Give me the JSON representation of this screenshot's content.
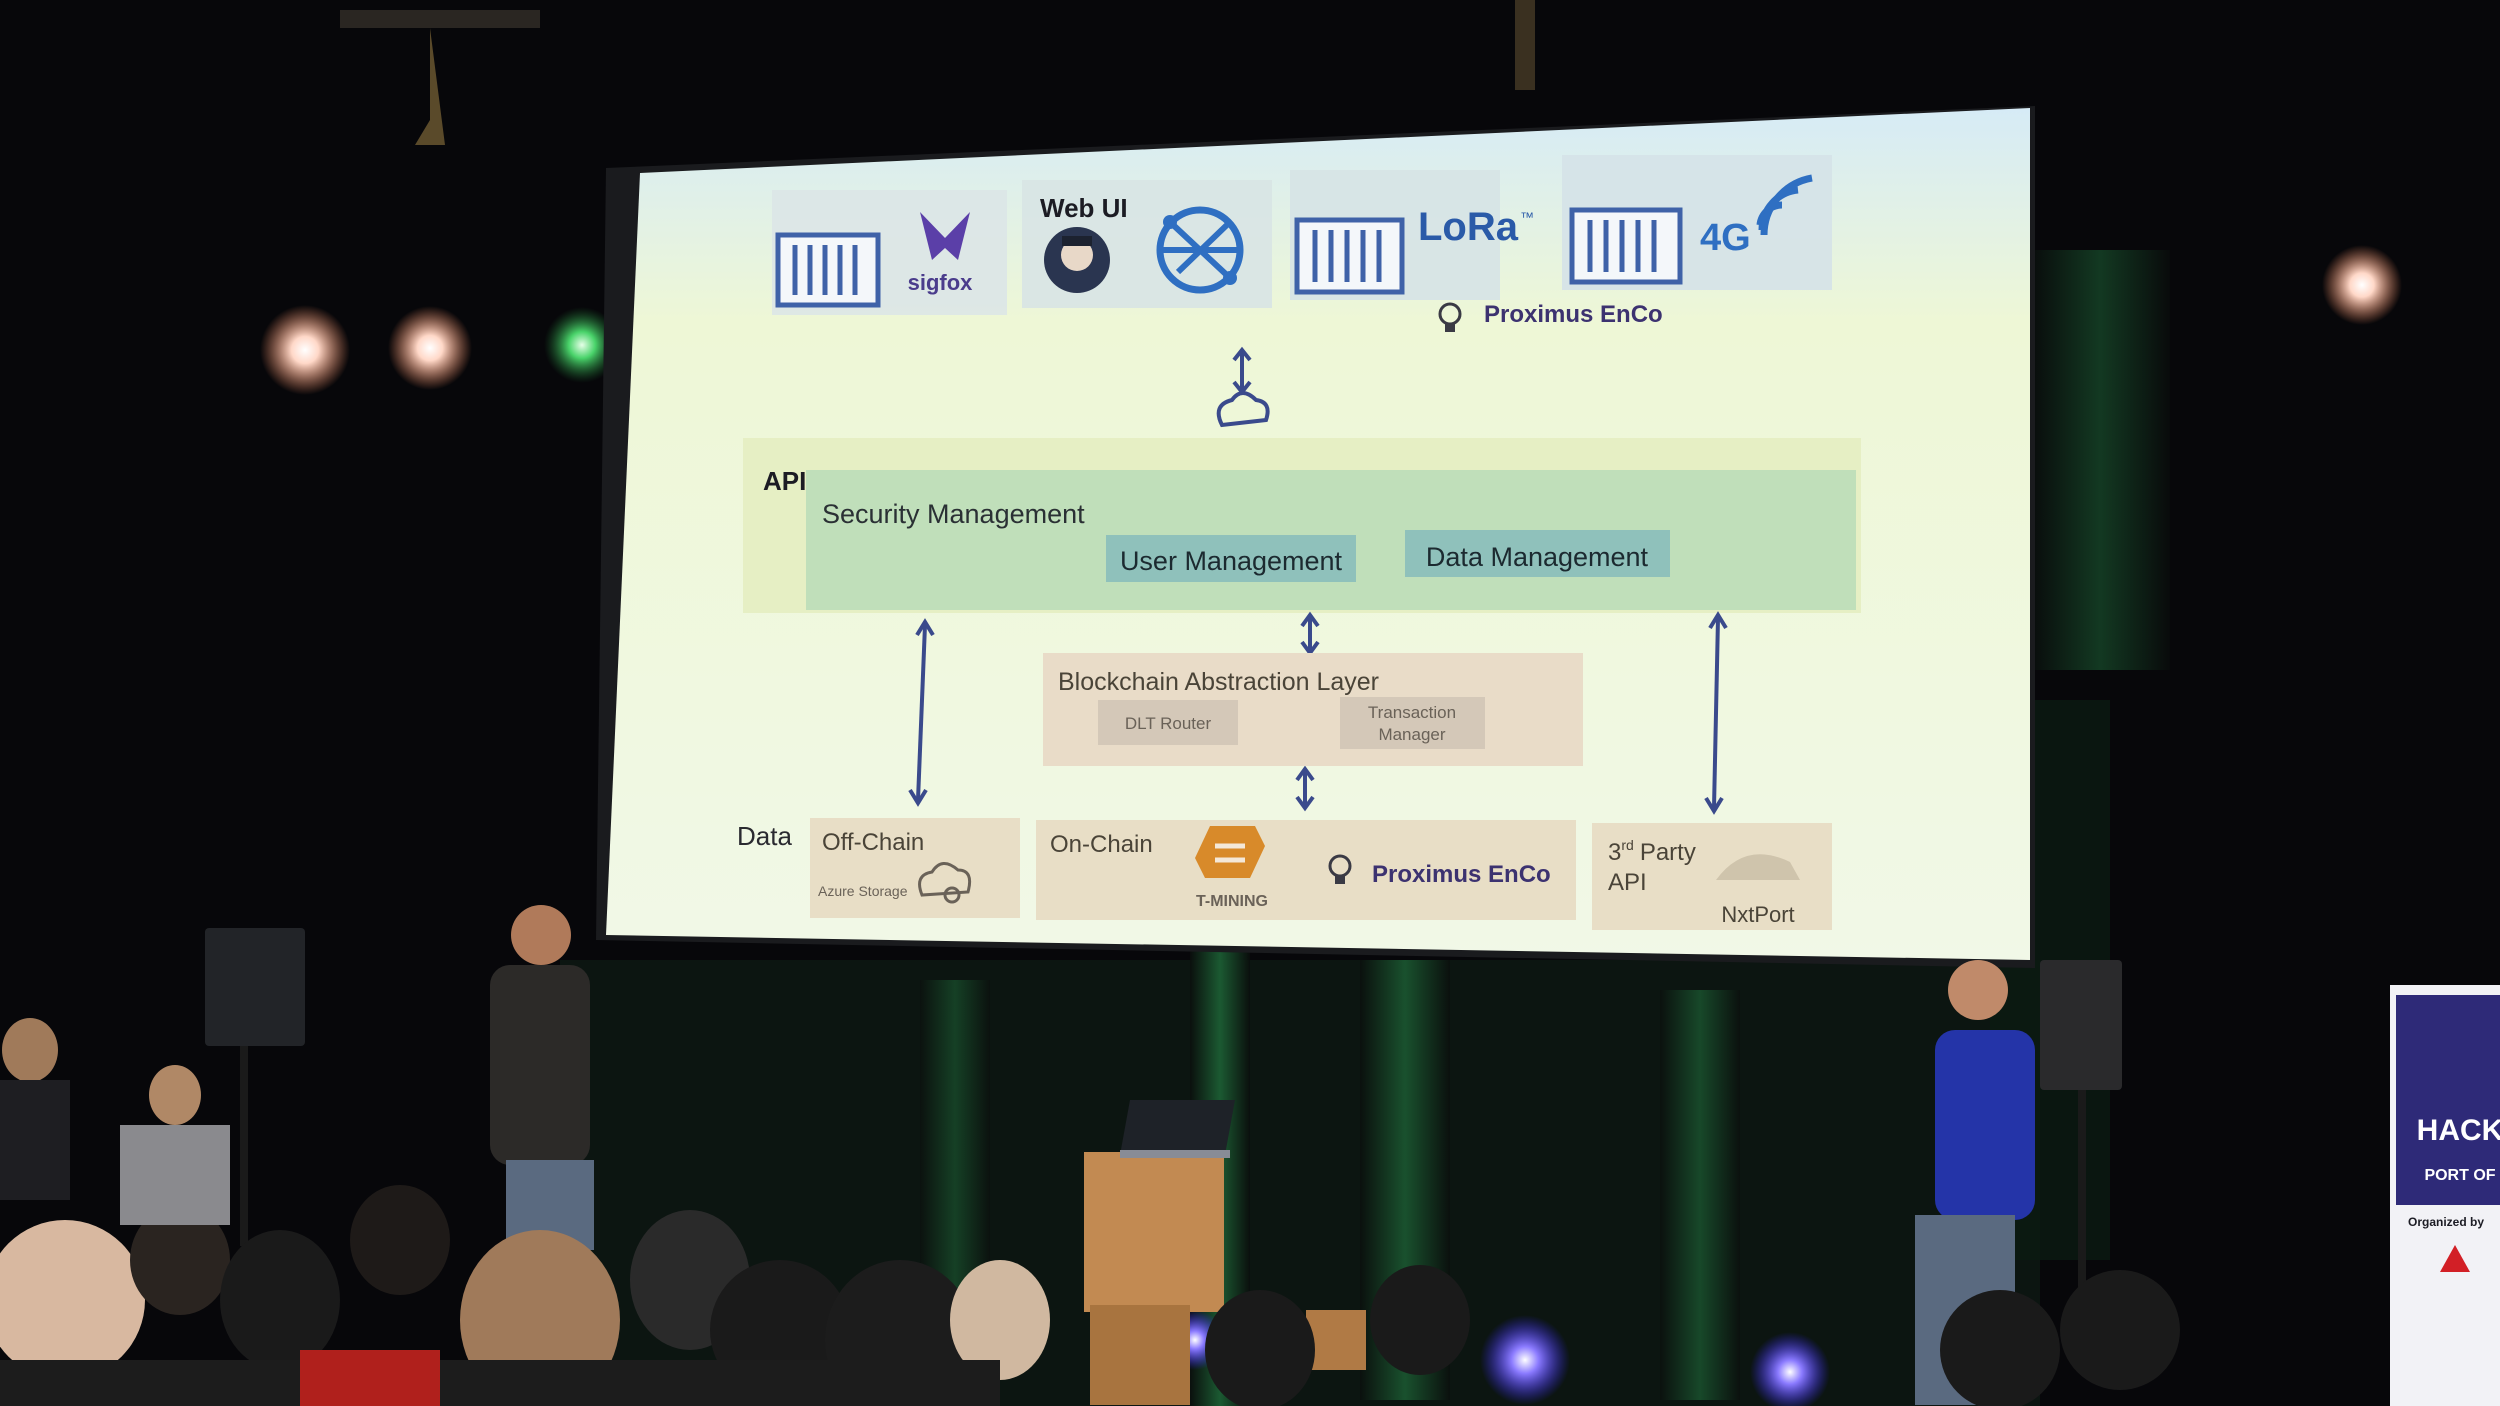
{
  "slide": {
    "top_row": {
      "sigfox_label": "sigfox",
      "web_ui_label": "Web UI",
      "lora_label": "LoRa",
      "lora_tm": "™",
      "fourg_label": "4G",
      "proximus_top": "Proximus EnCo"
    },
    "api": {
      "label": "API",
      "security": "Security Management",
      "user_mgmt": "User Management",
      "data_mgmt": "Data Management"
    },
    "blockchain": {
      "title": "Blockchain Abstraction Layer",
      "dlt_router": "DLT Router",
      "tx_manager_line1": "Transaction",
      "tx_manager_line2": "Manager"
    },
    "data_row": {
      "data_label": "Data",
      "off_chain": "Off-Chain",
      "azure_storage": "Azure Storage",
      "on_chain": "On-Chain",
      "tmining": "T-MINING",
      "proximus_bottom": "Proximus EnCo",
      "third_party_sup": "rd",
      "third_party_num": "3",
      "third_party_rest": "Party",
      "third_party_api": "API",
      "nxtport": "NxtPort"
    }
  },
  "banner": {
    "text_top": "HACK",
    "text_mid": "PORT OF",
    "organized_by": "Organized by"
  },
  "colors": {
    "slide_top": "#d9ecf5",
    "slide_bottom": "#eef6de",
    "api_band": "#cfe0b4",
    "accent_purple": "#4a3c8c",
    "lora_blue": "#2a5aa8",
    "stage_green": "#2e8a4a"
  }
}
